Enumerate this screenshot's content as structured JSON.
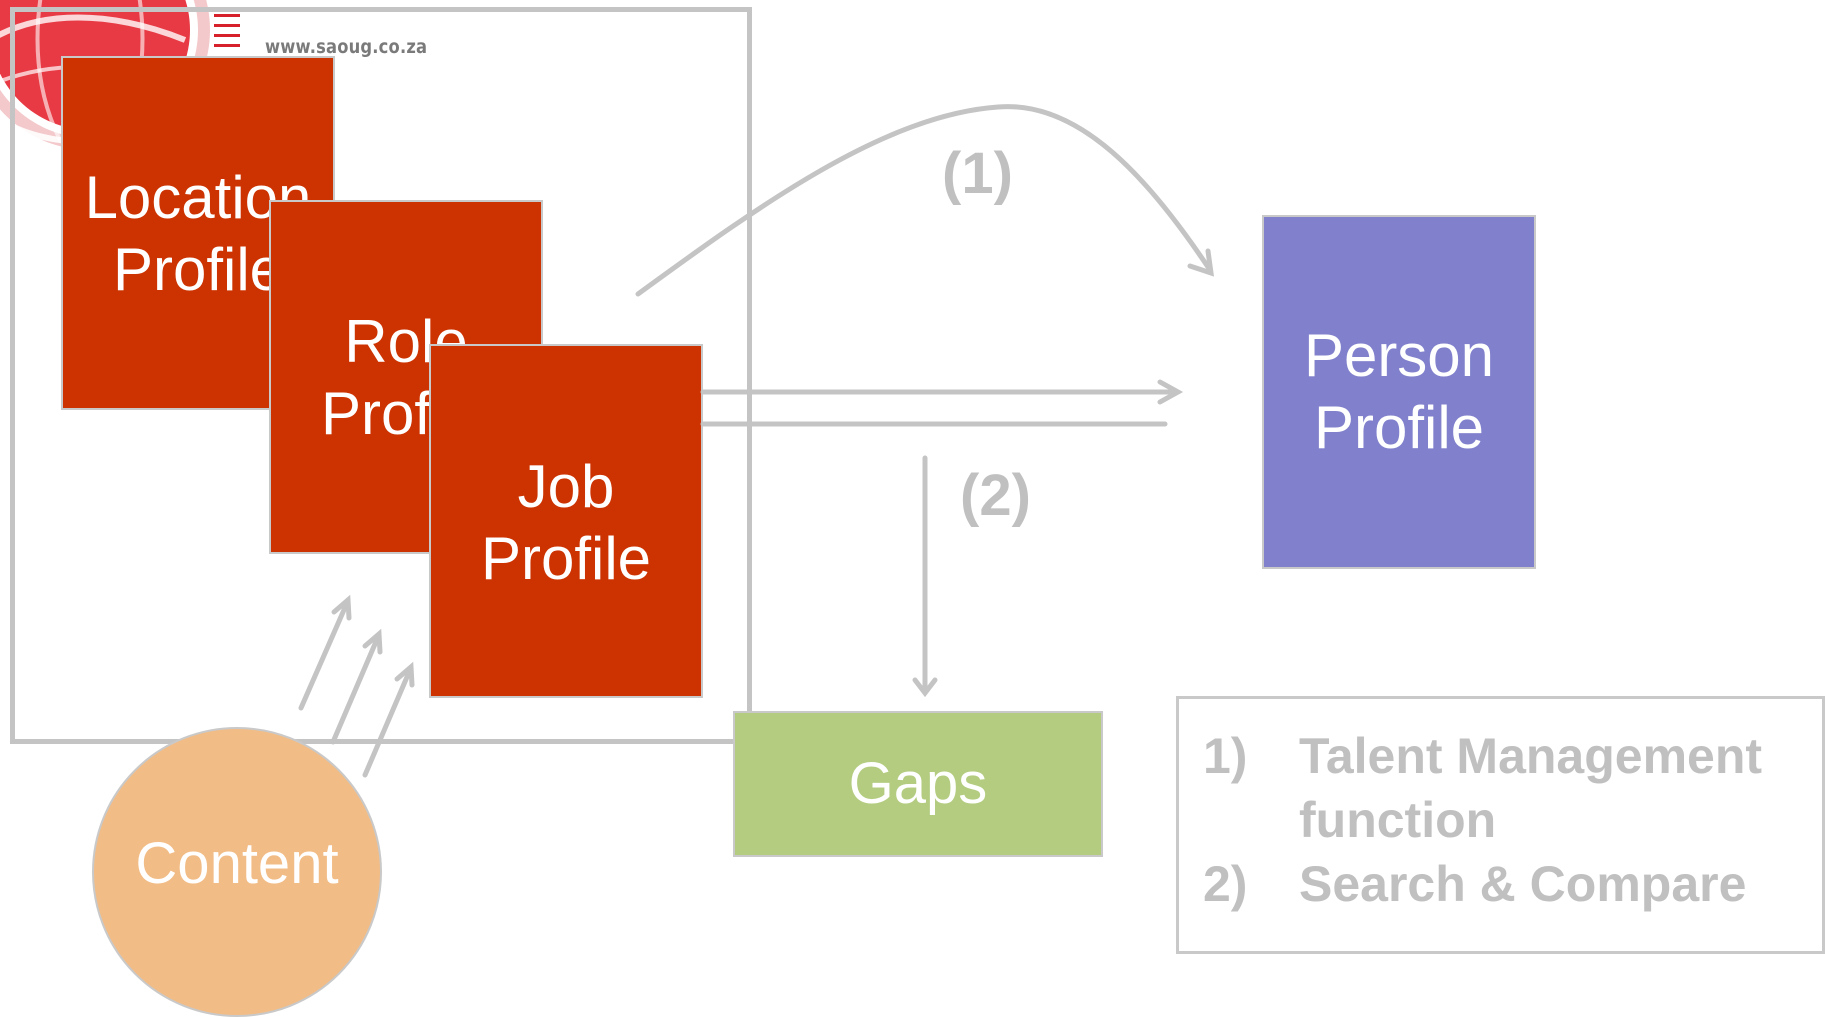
{
  "header": {
    "url": "www.saoug.co.za"
  },
  "diagram": {
    "location_profile": [
      "Location",
      "Profile"
    ],
    "role_profile": [
      "Role",
      "Profile"
    ],
    "job_profile": [
      "Job",
      "Profile"
    ],
    "person_profile": [
      "Person",
      "Profile"
    ],
    "gaps": "Gaps",
    "content": "Content",
    "step_1": "(1)",
    "step_2": "(2)"
  },
  "legend": {
    "items": [
      {
        "num": "1)",
        "text_line_1": "Talent Management",
        "text_line_2": "function"
      },
      {
        "num": "2)",
        "text_line_1": "Search & Compare"
      }
    ]
  },
  "colors": {
    "profile_red": "#cc3300",
    "person_purple": "#8080cc",
    "gaps_green": "#b3cc80",
    "content_orange": "#f2bc86",
    "connector_gray": "#c4c4c4",
    "logo_red": "#d6202a"
  }
}
